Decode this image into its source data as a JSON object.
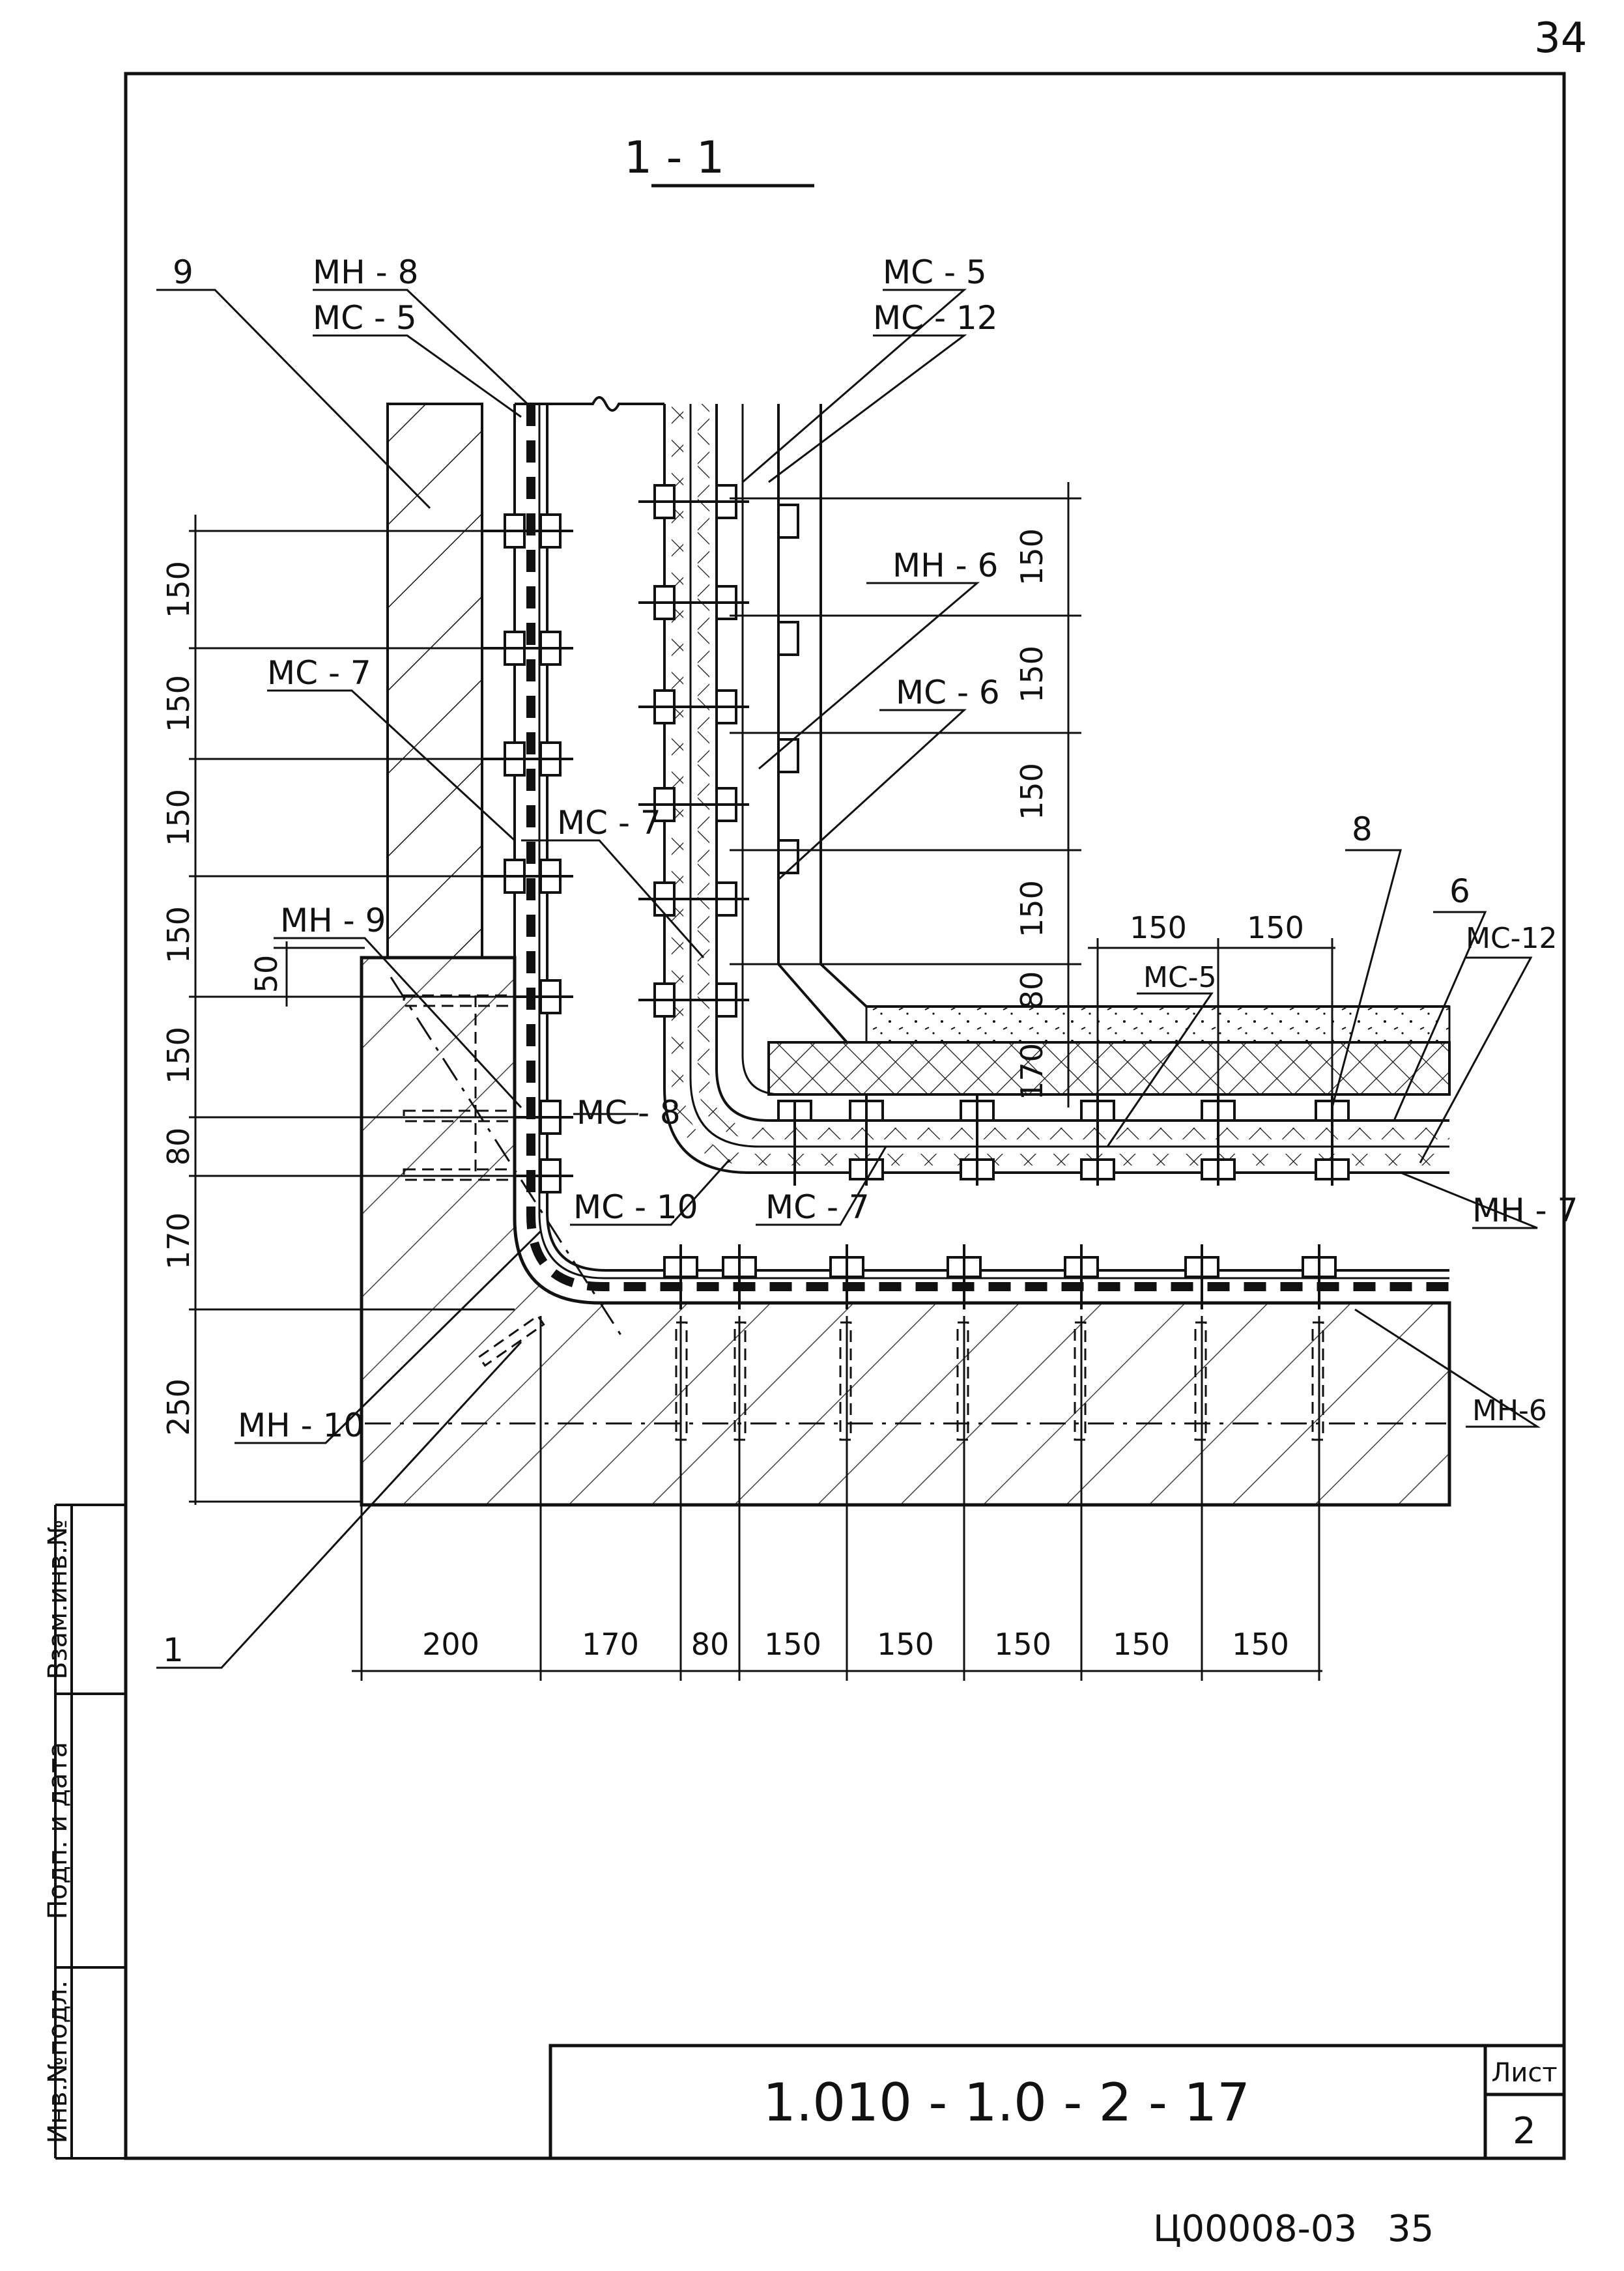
{
  "page_number": "34",
  "section_title": "1 - 1",
  "callouts": {
    "c9": "9",
    "mn8": "МН - 8",
    "mc5_top_left": "МС - 5",
    "mc5_top_right": "МС - 5",
    "mc12_top": "МС - 12",
    "mn6_upper": "МН - 6",
    "mc6": "МС - 6",
    "mc7_left": "МС - 7",
    "mc7_mid": "МС - 7",
    "mn9": "МН - 9",
    "mc8": "МС - 8",
    "mc10": "МС - 10",
    "mc7_low": "МС - 7",
    "mn10": "МН - 10",
    "c1": "1",
    "c8": "8",
    "c6": "6",
    "mc12_right": "МС-12",
    "mc5_right": "МС-5",
    "mn7": "МН - 7",
    "mn6_lower": "МН-6"
  },
  "dims_left": [
    "150",
    "150",
    "150",
    "150",
    "50",
    "150",
    "80",
    "170",
    "250"
  ],
  "dims_right": [
    "150",
    "150",
    "150",
    "150",
    "80",
    "170"
  ],
  "dims_top": [
    "150",
    "150"
  ],
  "dims_bottom": [
    "200",
    "170",
    "80",
    "150",
    "150",
    "150",
    "150",
    "150"
  ],
  "side_stamp": [
    "Взам.инв.№",
    "Подп. и дата",
    "Инв.№подл."
  ],
  "title_block": {
    "code": "1.010 - 1.0 - 2 - 17",
    "sheet_label": "Лист",
    "sheet_number": "2"
  },
  "footer_stamp": "Ц00008-03",
  "footer_number": "35"
}
